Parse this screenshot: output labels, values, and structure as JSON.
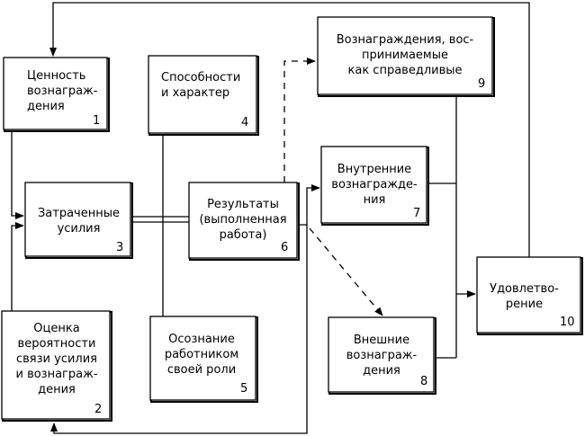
{
  "boxes": [
    {
      "id": "1",
      "text": "Ценность\nвознаграж-\nдения",
      "number": "1"
    },
    {
      "id": "2",
      "text": "Оценка\nвероятности\nсвязи усилия\nи вознаграж-\nдения",
      "number": "2"
    },
    {
      "id": "3",
      "text": "Затраченные\nусилия",
      "number": "3"
    },
    {
      "id": "4",
      "text": "Способности\nи характер",
      "number": "4"
    },
    {
      "id": "5",
      "text": "Осознание\nработником\nсвоей роли",
      "number": "5"
    },
    {
      "id": "6",
      "text": "Результаты\n(выполненная\nработа)",
      "number": "6"
    },
    {
      "id": "7",
      "text": "Внутренние\nвознагражде-\nния",
      "number": "7"
    },
    {
      "id": "8",
      "text": "Внешние\nвознаграж-\nдения",
      "number": "8"
    },
    {
      "id": "9",
      "text": "Вознаграждения, вос-\nпринимаемые\nкак справедливые",
      "number": "9"
    },
    {
      "id": "10",
      "text": "Удовлетво-\nрение",
      "number": "10"
    }
  ]
}
